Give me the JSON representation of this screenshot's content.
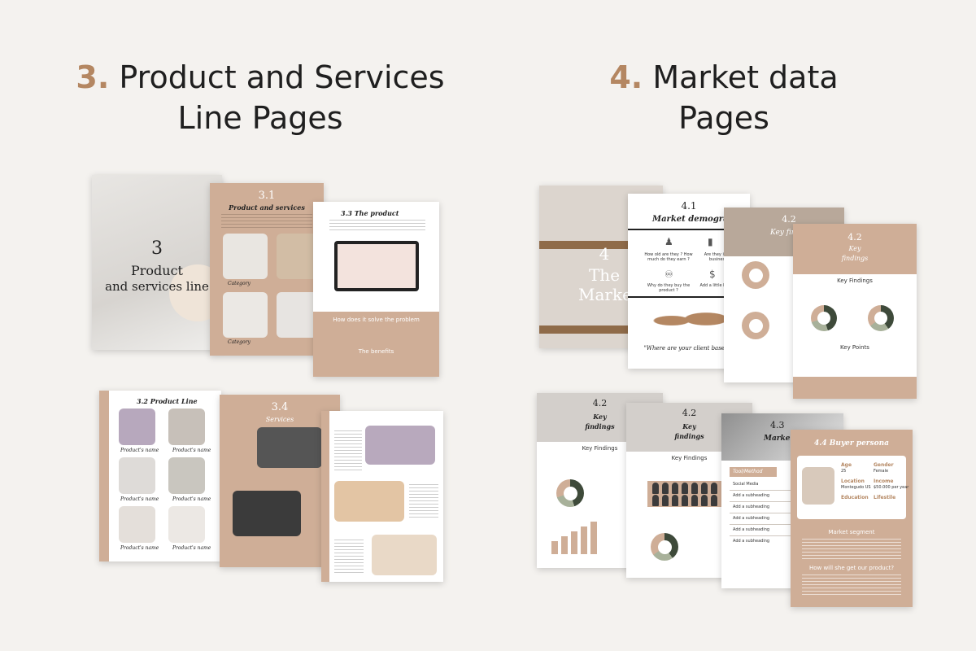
{
  "headings": {
    "left": {
      "num": "3.",
      "line1": "Product and Services",
      "line2": "Line Pages"
    },
    "right": {
      "num": "4.",
      "line1": "Market data",
      "line2": "Pages"
    }
  },
  "pages": {
    "p3_cover": {
      "num": "3",
      "title1": "Product",
      "title2": "and services line"
    },
    "p31": {
      "num": "3.1",
      "title": "Product and services",
      "cat": "Category"
    },
    "p33": {
      "title": "3.3 The product",
      "box1": "How does it solve the problem",
      "box2": "The benefits"
    },
    "p32": {
      "title": "3.2 Product Line",
      "item": "Product's name"
    },
    "p34": {
      "num": "3.4",
      "title": "Services"
    },
    "p4_cover": {
      "num": "4",
      "title1": "The",
      "title2": "Marke"
    },
    "p41": {
      "num": "4.1",
      "title": "Market demograph",
      "q1": "How old are they ? How much do they earn ?",
      "q2": "Are they individu businesses?",
      "q3": "Why do they buy the product ?",
      "q4": "Add a little bit of text",
      "quote": "\"Where are your client based?\""
    },
    "p42a": {
      "num": "4.2",
      "title": "Key findin"
    },
    "p42b": {
      "num": "4.2",
      "title1": "Key",
      "title2": "findings",
      "kf": "Key Findings",
      "kp": "Key Points"
    },
    "p42c": {
      "num": "4.2",
      "title1": "Key",
      "title2": "findings",
      "kf": "Key Findings"
    },
    "p42d": {
      "num": "4.2",
      "title1": "Key",
      "title2": "findings",
      "kf": "Key Findings"
    },
    "p43": {
      "num": "4.3",
      "title": "Marke strate",
      "col": "Tool/Method",
      "rows": [
        "Social Media",
        "Add a subheading",
        "Add a subheading",
        "Add a subheading",
        "Add a subheading",
        "Add a subheading"
      ]
    },
    "p44": {
      "title": "4.4 Buyer persona",
      "age_l": "Age",
      "age_v": "25",
      "gender_l": "Gender",
      "gender_v": "Female",
      "loc_l": "Location",
      "loc_v": "Montegudo US",
      "income_l": "Income",
      "income_v": "$50.000 per year",
      "edu_l": "Education",
      "life_l": "Lifestile",
      "seg": "Market segment",
      "how": "How will she get our product?"
    }
  },
  "colors": {
    "accent": "#b48762",
    "tan": "#cfae97",
    "dark": "#3e4a3a"
  }
}
